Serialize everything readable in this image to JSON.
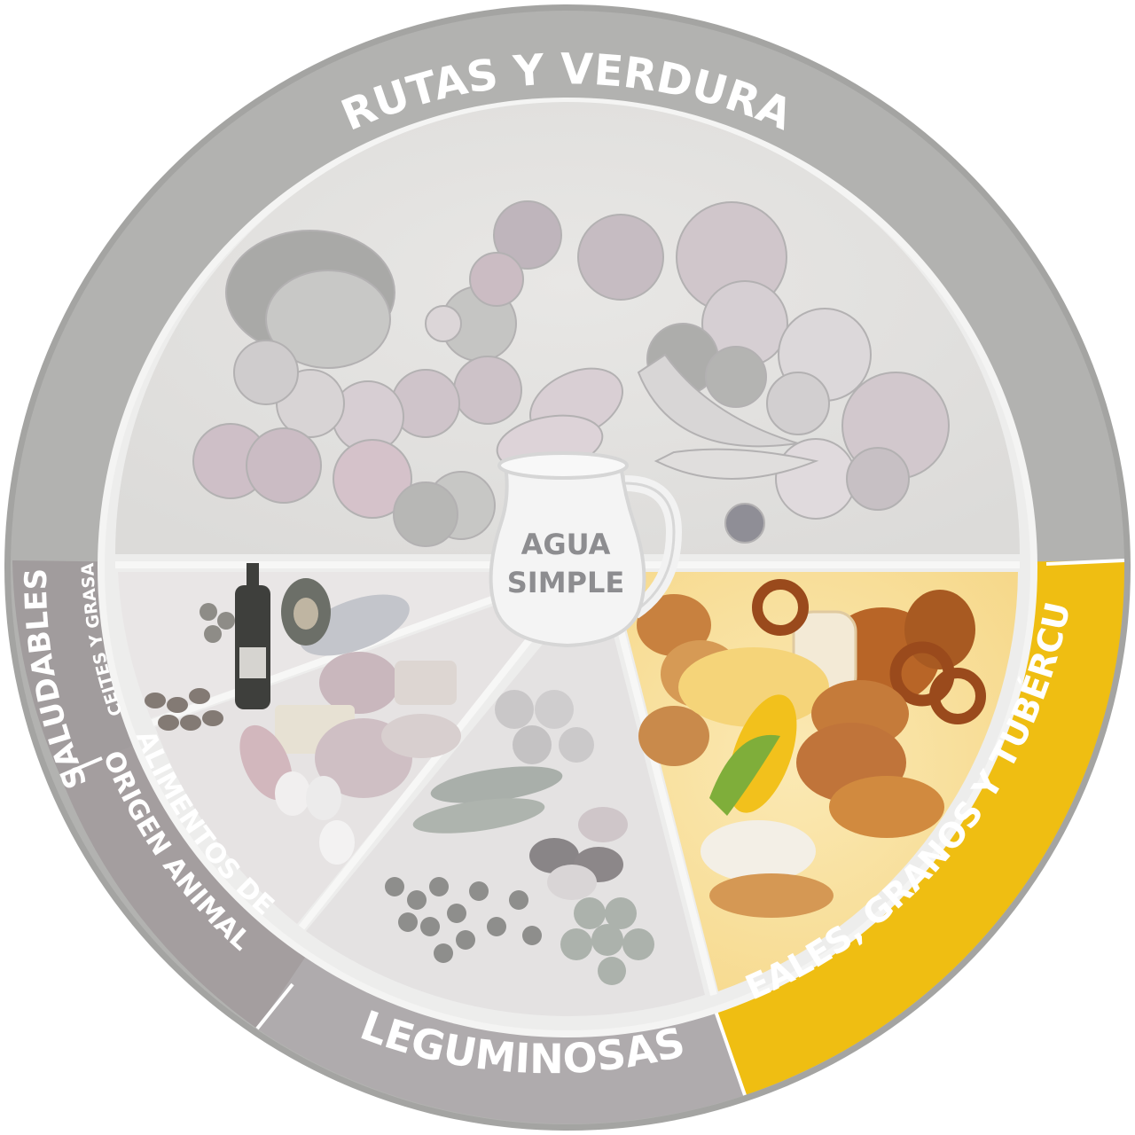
{
  "diagram": {
    "center_label_line1": "AGUA",
    "center_label_line2": "SIMPLE",
    "groups": {
      "frutas": {
        "label": "FRUTAS Y VERDURAS",
        "color": "#b5b5b3"
      },
      "cereales": {
        "label": "CEREALES, GRANOS Y TUBÉRCULOS",
        "color": "#efbe12"
      },
      "leguminosas": {
        "label": "LEGUMINOSAS",
        "color": "#afabad"
      },
      "animal": {
        "label_line1": "ALIMENTOS DE",
        "label_line2": "ORIGEN ANIMAL",
        "color": "#a49e9f"
      },
      "aceites": {
        "label_line1": "ACEITES Y GRASAS",
        "label_line2": "SALUDABLES",
        "color": "#a19c9d"
      }
    },
    "highlighted_group": "cereales"
  }
}
